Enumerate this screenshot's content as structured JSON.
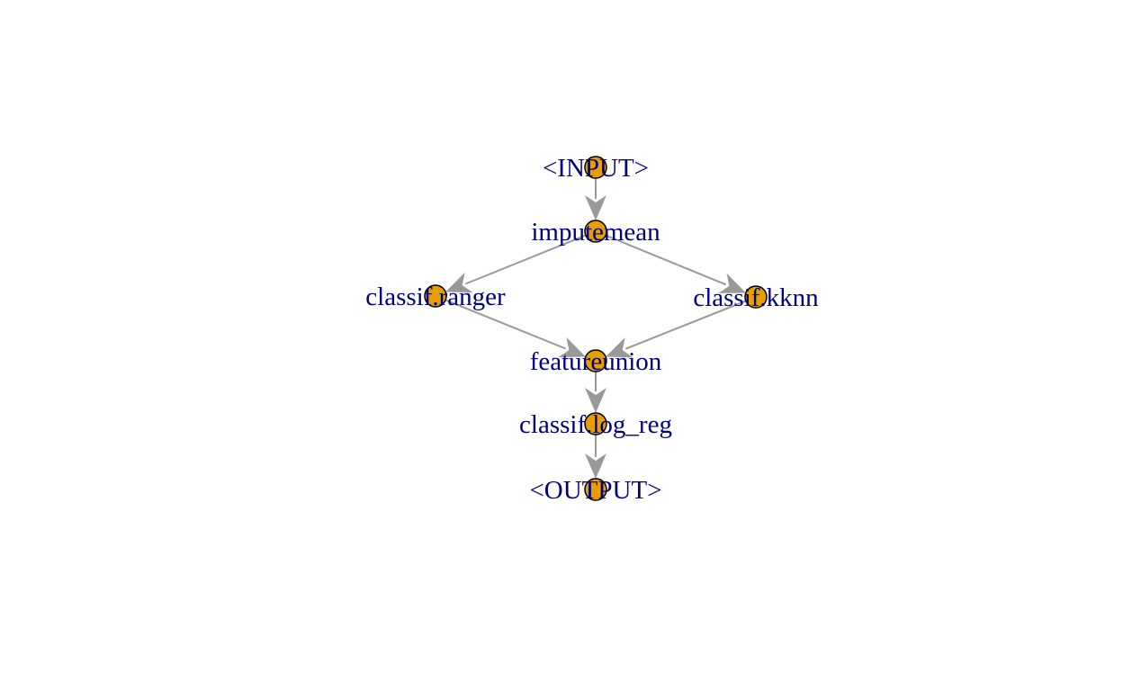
{
  "diagram": {
    "node_color": "#E69F00",
    "node_border_color": "#000000",
    "label_color": "#000080",
    "edge_color": "#999999",
    "nodes": [
      {
        "id": "input",
        "label": "<INPUT>"
      },
      {
        "id": "imputemean",
        "label": "imputemean"
      },
      {
        "id": "ranger",
        "label": "classif.ranger"
      },
      {
        "id": "kknn",
        "label": "classif.kknn"
      },
      {
        "id": "featureunion",
        "label": "featureunion"
      },
      {
        "id": "logreg",
        "label": "classif.log_reg"
      },
      {
        "id": "output",
        "label": "<OUTPUT>"
      }
    ],
    "edges": [
      {
        "from": "input",
        "to": "imputemean"
      },
      {
        "from": "imputemean",
        "to": "ranger"
      },
      {
        "from": "imputemean",
        "to": "kknn"
      },
      {
        "from": "ranger",
        "to": "featureunion"
      },
      {
        "from": "kknn",
        "to": "featureunion"
      },
      {
        "from": "featureunion",
        "to": "logreg"
      },
      {
        "from": "logreg",
        "to": "output"
      }
    ]
  }
}
